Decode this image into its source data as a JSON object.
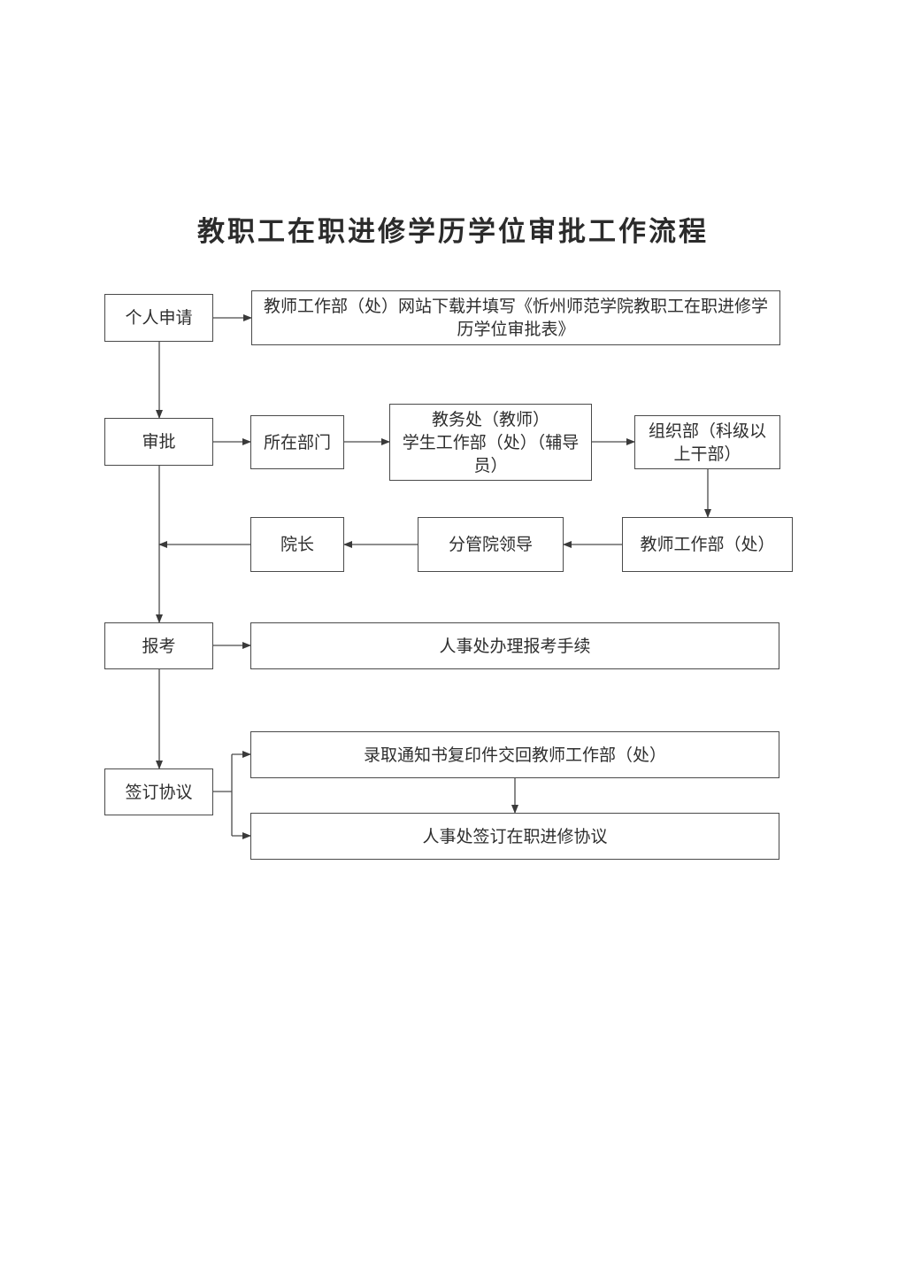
{
  "title": "教职工在职进修学历学位审批工作流程",
  "steps": {
    "apply": "个人申请",
    "approve": "审批",
    "exam": "报考",
    "sign": "签订协议"
  },
  "nodes": {
    "download_form": "教师工作部（处）网站下载并填写《忻州师范学院教职工在职进修学历学位审批表》",
    "department": "所在部门",
    "academic_affairs": "教务处（教师）\n学生工作部（处）（辅导员）",
    "organization": "组织部（科级以上干部）",
    "teacher_work_dept": "教师工作部（处）",
    "vice_leader": "分管院领导",
    "president": "院长",
    "hr_exam": "人事处办理报考手续",
    "admission_notice": "录取通知书复印件交回教师工作部（处）",
    "hr_sign": "人事处签订在职进修协议"
  }
}
